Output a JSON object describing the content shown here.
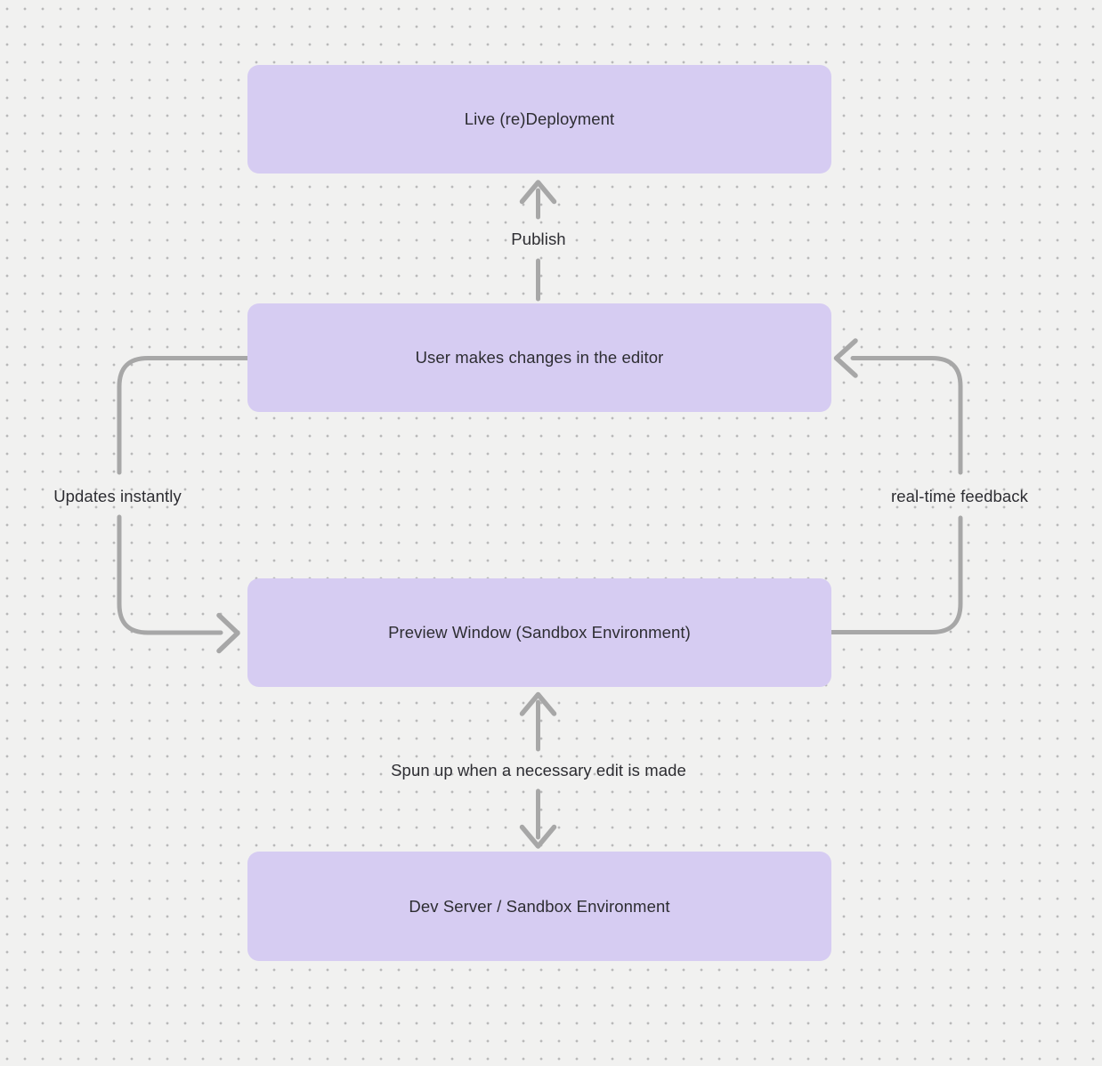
{
  "diagram": {
    "nodes": [
      {
        "id": "live-redeployment",
        "label": "Live (re)Deployment"
      },
      {
        "id": "user-editor",
        "label": "User makes changes in the editor"
      },
      {
        "id": "preview-window",
        "label": "Preview Window (Sandbox Environment)"
      },
      {
        "id": "dev-server",
        "label": "Dev Server / Sandbox Environment"
      }
    ],
    "edges": [
      {
        "id": "publish",
        "label": "Publish",
        "from": "user-editor",
        "to": "live-redeployment"
      },
      {
        "id": "updates-instantly",
        "label": "Updates instantly",
        "from": "user-editor",
        "to": "preview-window"
      },
      {
        "id": "real-time-feedback",
        "label": "real-time feedback",
        "from": "preview-window",
        "to": "user-editor"
      },
      {
        "id": "spun-up",
        "label": "Spun up when a necessary edit is made",
        "from": "preview-window",
        "to": "dev-server"
      }
    ],
    "colors": {
      "background": "#f1f1f0",
      "dot": "#b9b9b9",
      "node_fill": "#d6ccf2",
      "node_text": "#2d2d32",
      "label_text": "#2d2d32",
      "connector": "#a7a7a7"
    }
  }
}
